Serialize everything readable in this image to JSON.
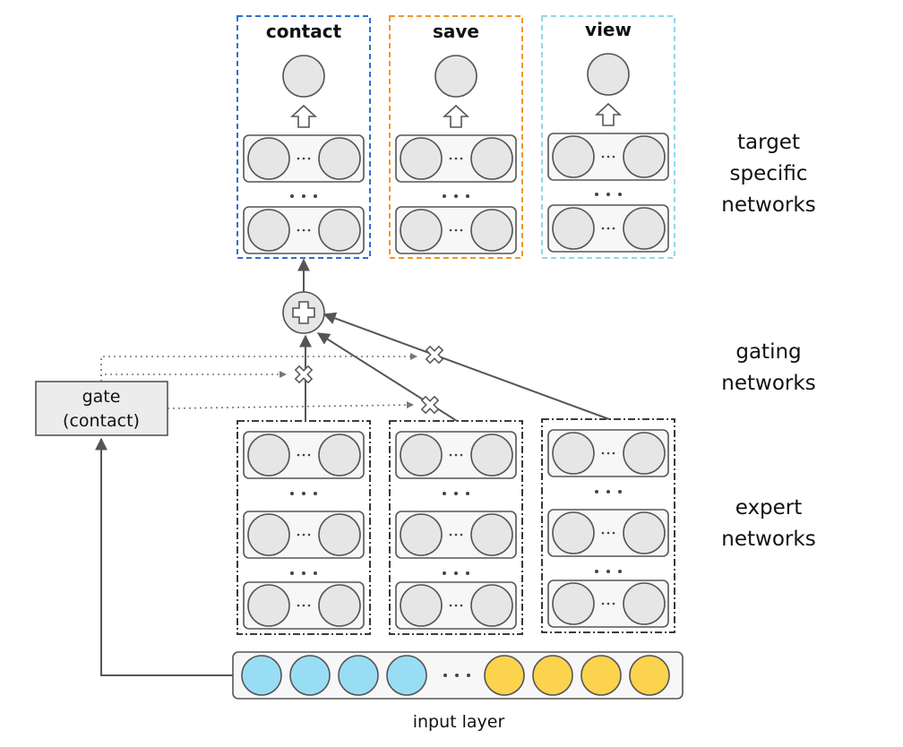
{
  "targets": [
    {
      "label": "contact",
      "color": "#2f6fd1"
    },
    {
      "label": "save",
      "color": "#f0962a"
    },
    {
      "label": "view",
      "color": "#8fd8ee"
    }
  ],
  "side_labels": {
    "target": [
      "target",
      "specific",
      "networks"
    ],
    "gating": [
      "gating",
      "networks"
    ],
    "expert": [
      "expert",
      "networks"
    ]
  },
  "gate": {
    "line1": "gate",
    "line2": "(contact)"
  },
  "input_layer": {
    "label": "input layer",
    "colors": {
      "blue": "#99ddf5",
      "yellow": "#fbd34d"
    }
  }
}
